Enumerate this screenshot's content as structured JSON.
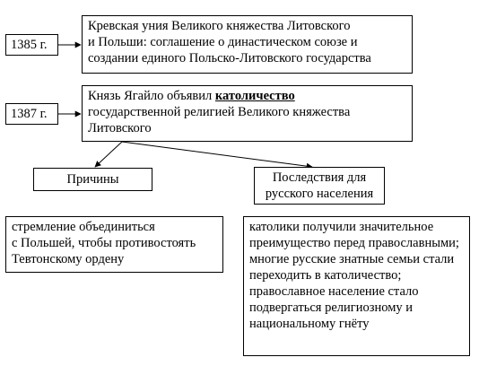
{
  "diagram": {
    "events": [
      {
        "year": "1385 г.",
        "text": "Кревская уния Великого княжества Литовского\nи Польши: соглашение о династическом союзе и создании единого Польско-Литовского государства"
      },
      {
        "year": "1387 г.",
        "text_before": "Князь Ягайло объявил ",
        "keyword": "католичество",
        "text_after": "государственной религией Великого княжества Литовского"
      }
    ],
    "causes": {
      "title": "Причины",
      "text": "стремление объединиться\nс Польшей, чтобы противостоять Тевтонскому ордену"
    },
    "consequences": {
      "title": "Последствия для русского населения",
      "text": "католики получили значительное преимущество перед православными;\nмногие русские знатные семьи стали переходить в католичество;\nправославное население стало подвергаться религиозному и национальному гнёту"
    }
  }
}
